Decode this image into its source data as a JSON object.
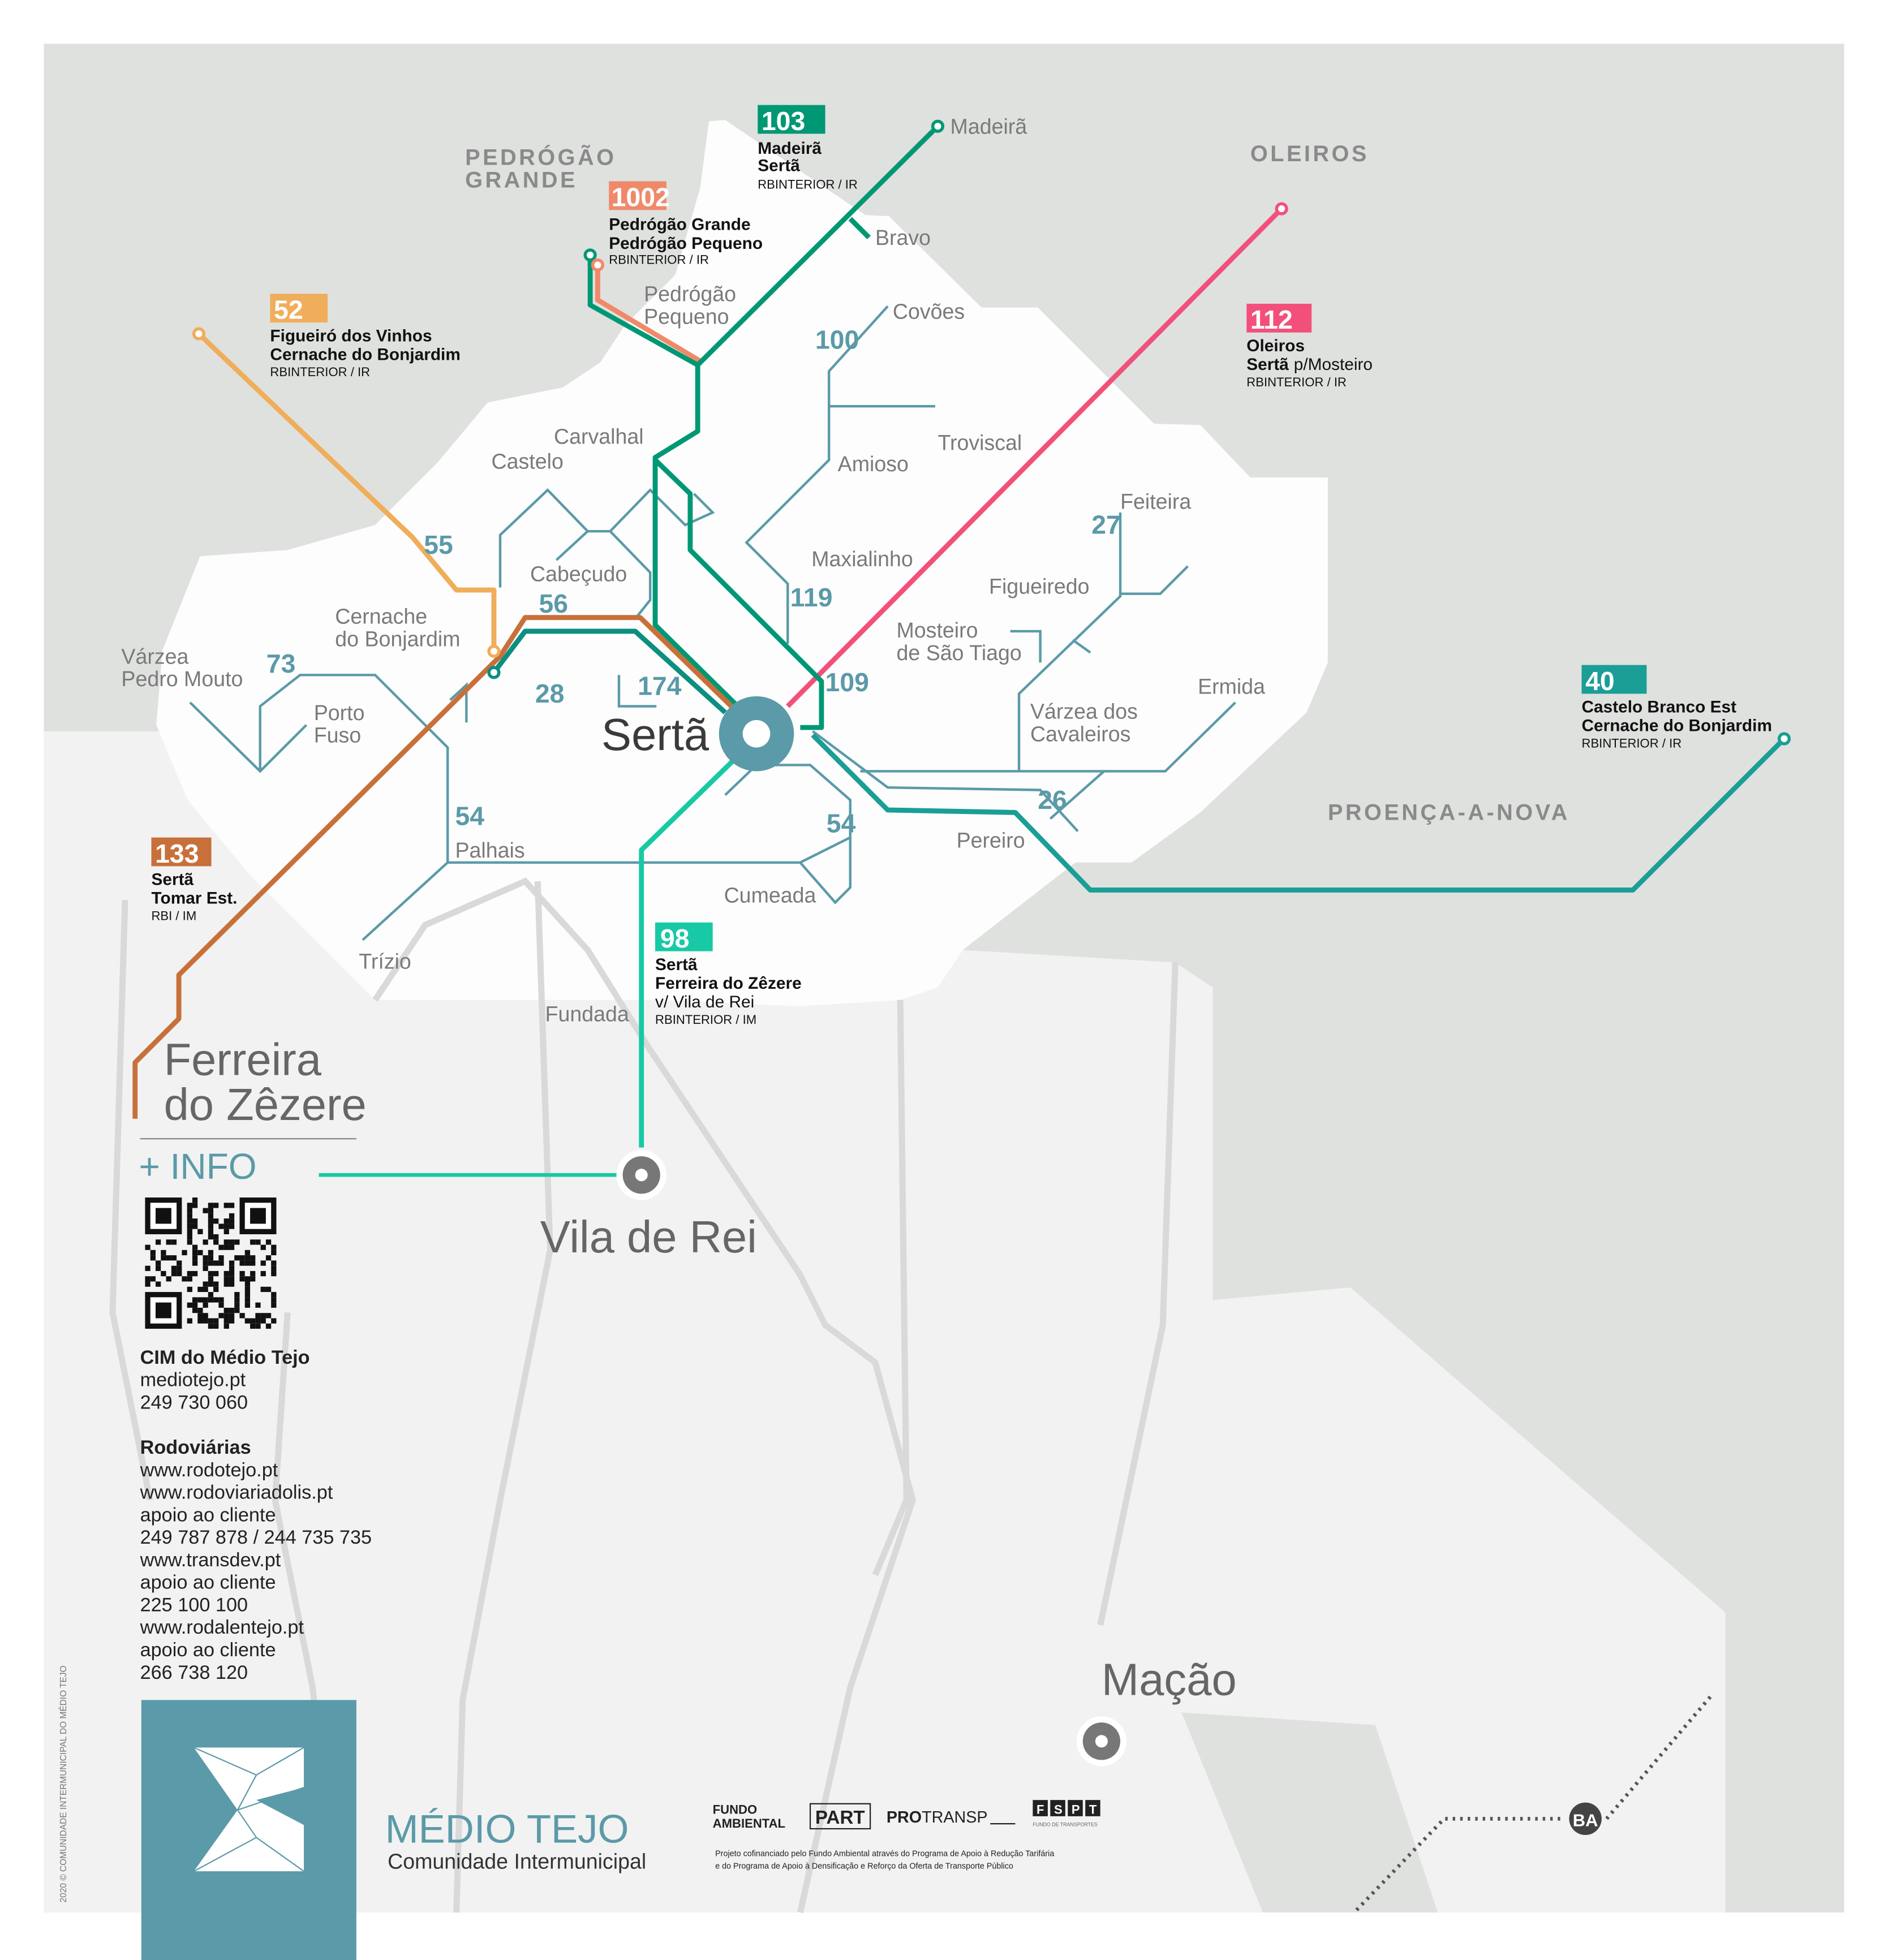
{
  "colors": {
    "route_103": "#009874",
    "route_1002": "#f0896a",
    "route_52": "#f0ad5a",
    "route_112": "#f2507a",
    "route_40": "#1a9e96",
    "route_133": "#c8703a",
    "route_98": "#17c9a4",
    "local": "#5b9aa8",
    "brand": "#5b9aa8"
  },
  "regions": [
    "PEDRÓGÃO",
    "GRANDE",
    "OLEIROS",
    "PROENÇA-A-NOVA"
  ],
  "towns": {
    "serta": "Sertã",
    "ferreira_1": "Ferreira",
    "ferreira_2": "do Zêzere",
    "vila_de_rei": "Vila de Rei",
    "macao": "Mação"
  },
  "places": {
    "madeira": "Madeirã",
    "bravo": "Bravo",
    "covoes": "Covões",
    "pp1": "Pedrógão",
    "pp2": "Pequeno",
    "carvalhal": "Carvalhal",
    "castelo": "Castelo",
    "cabecudo": "Cabeçudo",
    "amioso": "Amioso",
    "troviscal": "Troviscal",
    "maxialinho": "Maxialinho",
    "feiteira": "Feiteira",
    "figueiredo": "Figueiredo",
    "mosteiro_1": "Mosteiro",
    "mosteiro_2": "de São Tiago",
    "ermida": "Ermida",
    "varzea_cav_1": "Várzea dos",
    "varzea_cav_2": "Cavaleiros",
    "pereiro": "Pereiro",
    "cumeada": "Cumeada",
    "palhais": "Palhais",
    "trizio": "Trízio",
    "fundada": "Fundada",
    "porto_1": "Porto",
    "porto_2": "Fuso",
    "cernache_1": "Cernache",
    "cernache_2": "do Bonjardim",
    "varzea_pm_1": "Várzea",
    "varzea_pm_2": "Pedro Mouto"
  },
  "line_numbers": {
    "l100": "100",
    "l55": "55",
    "l56": "56",
    "l73": "73",
    "l28": "28",
    "l174": "174",
    "l109": "109",
    "l119": "119",
    "l27": "27",
    "l26": "26",
    "l54a": "54",
    "l54b": "54"
  },
  "legends": [
    {
      "number": "103",
      "line1": "Madeirã",
      "line2": "Sertã",
      "line2_extra": "",
      "line3": "",
      "operator": "RBINTERIOR / IR"
    },
    {
      "number": "1002",
      "line1": "Pedrógão Grande",
      "line2": "Pedrógão Pequeno",
      "line2_extra": "",
      "line3": "",
      "operator": "RBINTERIOR / IR"
    },
    {
      "number": "52",
      "line1": "Figueiró dos Vinhos",
      "line2": "Cernache do Bonjardim",
      "line2_extra": "",
      "line3": "",
      "operator": "RBINTERIOR / IR"
    },
    {
      "number": "112",
      "line1": "Oleiros",
      "line2": "Sertã",
      "line2_extra": "p/Mosteiro",
      "line3": "",
      "operator": "RBINTERIOR / IR"
    },
    {
      "number": "40",
      "line1": "Castelo Branco Est",
      "line2": "Cernache do Bonjardim",
      "line2_extra": "",
      "line3": "",
      "operator": "RBINTERIOR / IR"
    },
    {
      "number": "133",
      "line1": "Sertã",
      "line2": "Tomar Est.",
      "line2_extra": "",
      "line3": "",
      "operator": "RBI / IM"
    },
    {
      "number": "98",
      "line1": "Sertã",
      "line2": "Ferreira do Zêzere",
      "line2_extra": "",
      "line3": "v/ Vila de Rei",
      "operator": "RBINTERIOR / IM"
    }
  ],
  "info": {
    "title": "+ INFO",
    "cim_name": "CIM do Médio Tejo",
    "cim_site": "mediotejo.pt",
    "cim_phone": "249 730 060",
    "rodo_title": "Rodoviárias",
    "lines": [
      "www.rodotejo.pt",
      "www.rodoviariadolis.pt",
      "apoio ao cliente",
      "249 787 878 / 244 735 735",
      "www.transdev.pt",
      "apoio ao cliente",
      "225 100 100",
      "www.rodalentejo.pt",
      "apoio ao cliente",
      "266 738 120"
    ]
  },
  "footer": {
    "copyright": "2020 © COMUNIDADE INTERMUNICIPAL DO MÉDIO TEJO",
    "brand_name": "MÉDIO TEJO",
    "brand_sub": "Comunidade Intermunicipal",
    "logo_fundo_1": "FUNDO",
    "logo_fundo_2": "AMBIENTAL",
    "logo_part": "PART",
    "logo_pro": "PRO",
    "logo_transp": "TRANSP",
    "logo_fspt": [
      "F",
      "S",
      "P",
      "T"
    ],
    "logo_fspt_sub": "FUNDO DE TRANSPORTES",
    "funding_1": "Projeto cofinanciado pelo Fundo Ambiental através do Programa de Apoio à Redução Tarifária",
    "funding_2": "e do Programa de Apoio à Densificação e Reforço da Oferta de Transporte Público",
    "ba_badge": "BA"
  }
}
